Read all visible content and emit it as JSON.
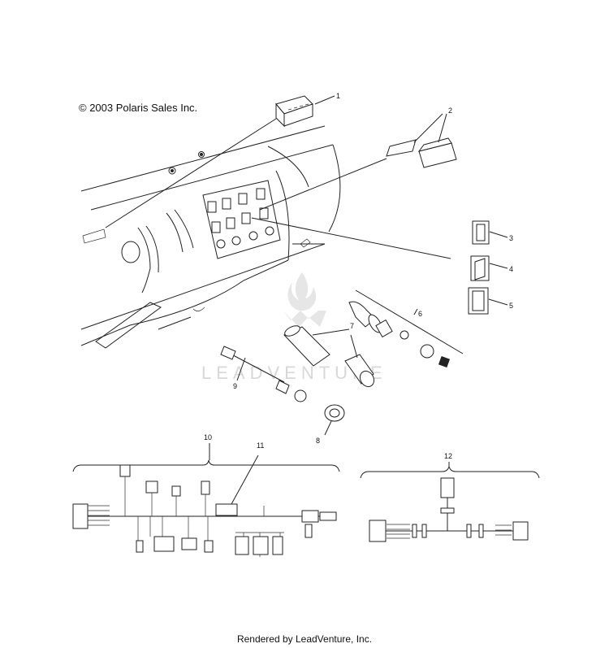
{
  "copyright": "© 2003 Polaris Sales Inc.",
  "footer": "Rendered by LeadVenture, Inc.",
  "watermark": "LEADVENTURE",
  "callouts": [
    "1",
    "2",
    "3",
    "4",
    "5",
    "6",
    "7",
    "8",
    "9",
    "10",
    "11",
    "12"
  ]
}
